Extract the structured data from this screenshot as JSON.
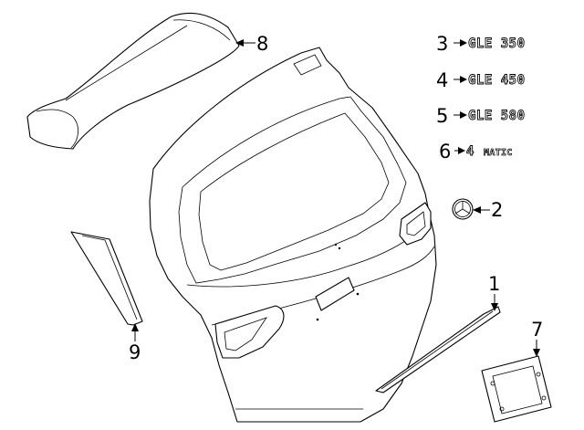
{
  "callouts": {
    "c1": "1",
    "c2": "2",
    "c3": "3",
    "c4": "4",
    "c5": "5",
    "c6": "6",
    "c7": "7",
    "c8": "8",
    "c9": "9"
  },
  "badges": {
    "b3": "GLE 350",
    "b4": "GLE 450",
    "b5": "GLE 580",
    "b6_numeral": "4",
    "b6_text": "MATIC"
  }
}
